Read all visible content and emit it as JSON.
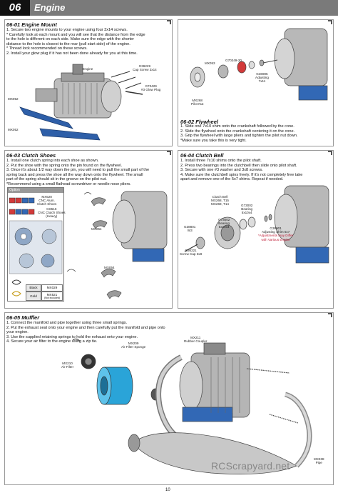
{
  "header": {
    "number": "06",
    "title": "Engine"
  },
  "engine_mount": {
    "title": "06-01  Engine Mount",
    "steps": [
      "1. Secure two engine mounts to your engine using four 3x14 screws.",
      "   * Carefully look at each mount and you will see that the distance from the edge",
      "     to the hole is different on each side.  Make sure the edge with the shorter",
      "     distance to the hole is closest to the rear (pull start side) of the engine.",
      "   * Thread lock recommended on these screws.",
      "2. Install your glow plug if it has not been done already for you at this time."
    ],
    "labels": {
      "engine": "Engine",
      "g36229": "G36229",
      "cap_screw": "Cap Screw 3x14",
      "g70429": "G70429",
      "glow_plug": "#3 Glow Plug",
      "mx052_a": "MX052",
      "mx052_b": "MX052"
    }
  },
  "flywheel": {
    "title": "06-02  Flywheel",
    "steps": [
      "1. Slide one 7x10 shim onto the crankshaft followed by the cone.",
      "2. Slide the flywheel onto the crankshaft centering it on the cone.",
      "3. Grip the flywheel with large pliers and tighten the pilot nut down.",
      "   *Make sure you take this is very tight."
    ],
    "labels": {
      "mx053": "MX053",
      "g70349": "G70349-20",
      "g36905": "G36905",
      "adjusting": "Adjusting",
      "size": "7x11",
      "mx268": "MX268",
      "pilot_nut": "Pilot Nut"
    }
  },
  "clutch_shoes": {
    "title": "06-03  Clutch Shoes",
    "steps": [
      "1. Install one clutch spring into each shoe as shown.",
      "2. Put the shoe with the spring onto the pin found on the flywheel.",
      "3. Once it's about 1/2 way down the pin, you will need to pull the small part of the",
      "   spring back and press the shoe all the way down onto the flywheel.  The small",
      "   part of the spring should sit in the groove on the pilot nut.",
      "   *Recommend using a small flathead screwdriver or needle nose pliers."
    ],
    "option": {
      "head": "Option",
      "mx520": "MX520",
      "mx520_desc1": "CNC Alum.",
      "mx520_desc2": "Clutch Shoes",
      "gs516": "GS516",
      "gs516_desc1": "CNC Clutch Shoes",
      "gs516_desc2": "(Heavy)",
      "black": "Black",
      "mx029": "MX029",
      "gold": "Gold",
      "mx521": "MX521",
      "not_included": "(Not included)"
    },
    "labels": {
      "mx054_a": "MX054",
      "mx054_b": "MX054"
    }
  },
  "clutch_bell": {
    "title": "06-04  Clutch Bell",
    "steps": [
      "1. Install three 7x10 shims onto the pilot shaft.",
      "2. Press two bearings into the clutchbell then slide onto pilot shaft.",
      "3. Secure with one #3 washer and 3x8 screws.",
      "4. Make sure the clutchbell spins freely.  If it's not completely free take",
      "   apart and remove one of the 5x7 shims.  Repeat if needed."
    ],
    "labels": {
      "clutch_bell": "Clutch Bell",
      "mx268_t15": "MX268, T15",
      "mx269_t14": "MX269, T14",
      "g73002_a": "G73002",
      "bearing_a": "Bearing",
      "size_a": "5x10x4",
      "g73002_b": "G73002",
      "bearing_b": "Bearing",
      "size_b": "5x10x4",
      "g38801": "G38801",
      "w3": "W3",
      "g36221": "G36221",
      "screw_cap": "Screw Cap 3x8",
      "g36901": "G36901",
      "shim": "Adjusting Shim 5x7",
      "note1": "*Adjustments may Differ",
      "note2": "with Various Engine"
    }
  },
  "muffler": {
    "title": "06-05  Muffler",
    "steps": [
      "1. Connect the manifold and pipe together using three small springs.",
      "2. Put the exhaust seal onto your engine and then carefully put the manifold and pipe onto",
      "   your engine.",
      "3. Use the supplied retaining springs to hold the exhaust onto your engine.",
      "4. Secure your air filter to the engine using a zip tie."
    ],
    "labels": {
      "mx209": "MX209",
      "sponge": "Air Filter Sponge",
      "mx211": "MX211",
      "rubber": "Rubber Coupler",
      "mx210": "MX210",
      "air_filter": "Air Filter",
      "mx338": "MX338",
      "pipe": "Pipe"
    }
  },
  "footer": {
    "page": "10",
    "watermark": "RCScrapyard.net"
  },
  "colors": {
    "header": "#7a7a7a",
    "header_num": "#111111",
    "accent_red": "#c0203a",
    "filter_blue": "#2aa4d8"
  }
}
